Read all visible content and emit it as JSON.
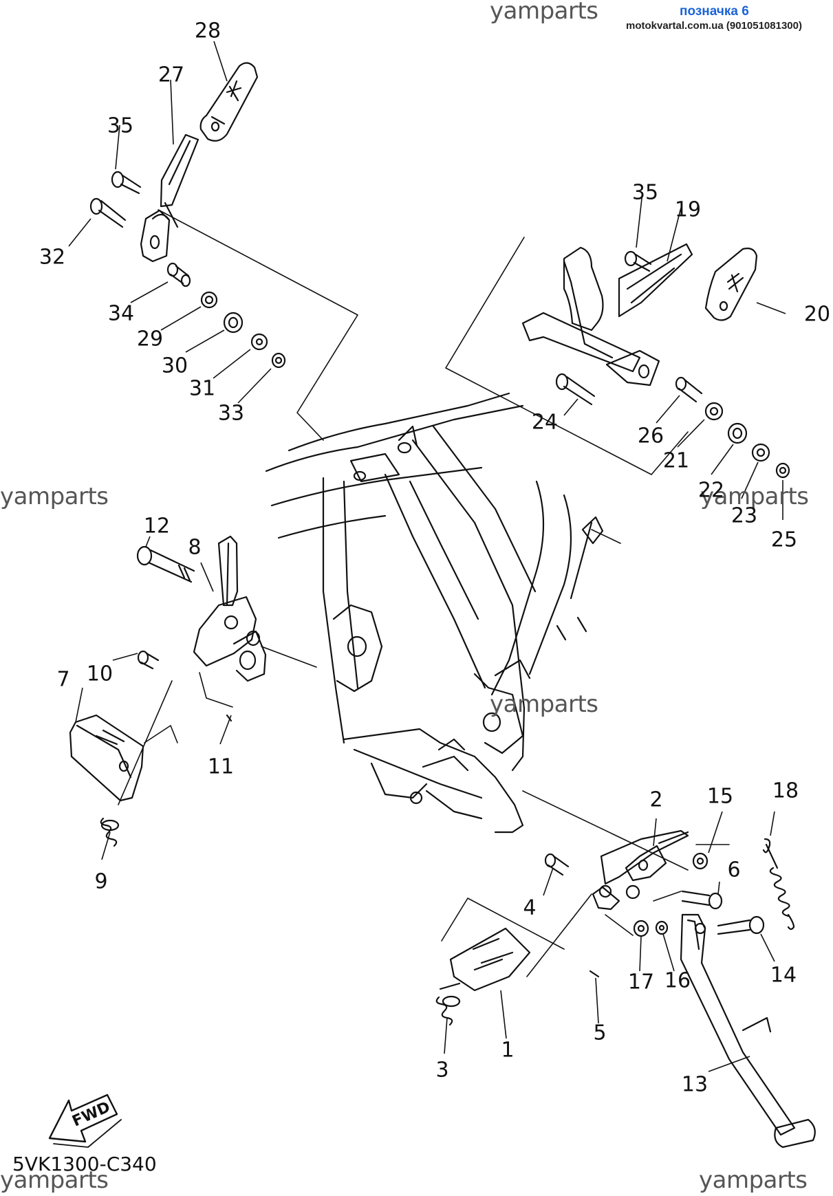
{
  "header": {
    "label": "позначка 6",
    "site": "motokvartal.com.ua (901051081300)",
    "label_color": "#1a63d6"
  },
  "watermarks": [
    "yamparts",
    "yamparts",
    "yamparts",
    "yamparts",
    "yamparts",
    "yamparts"
  ],
  "footer": {
    "code": "5VK1300-C340",
    "fwd": "FWD"
  },
  "callouts": [
    "1",
    "2",
    "3",
    "4",
    "5",
    "6",
    "7",
    "8",
    "9",
    "10",
    "11",
    "12",
    "13",
    "14",
    "15",
    "16",
    "17",
    "18",
    "19",
    "20",
    "21",
    "22",
    "23",
    "24",
    "25",
    "26",
    "27",
    "28",
    "29",
    "30",
    "31",
    "32",
    "33",
    "34",
    "35",
    "35"
  ]
}
